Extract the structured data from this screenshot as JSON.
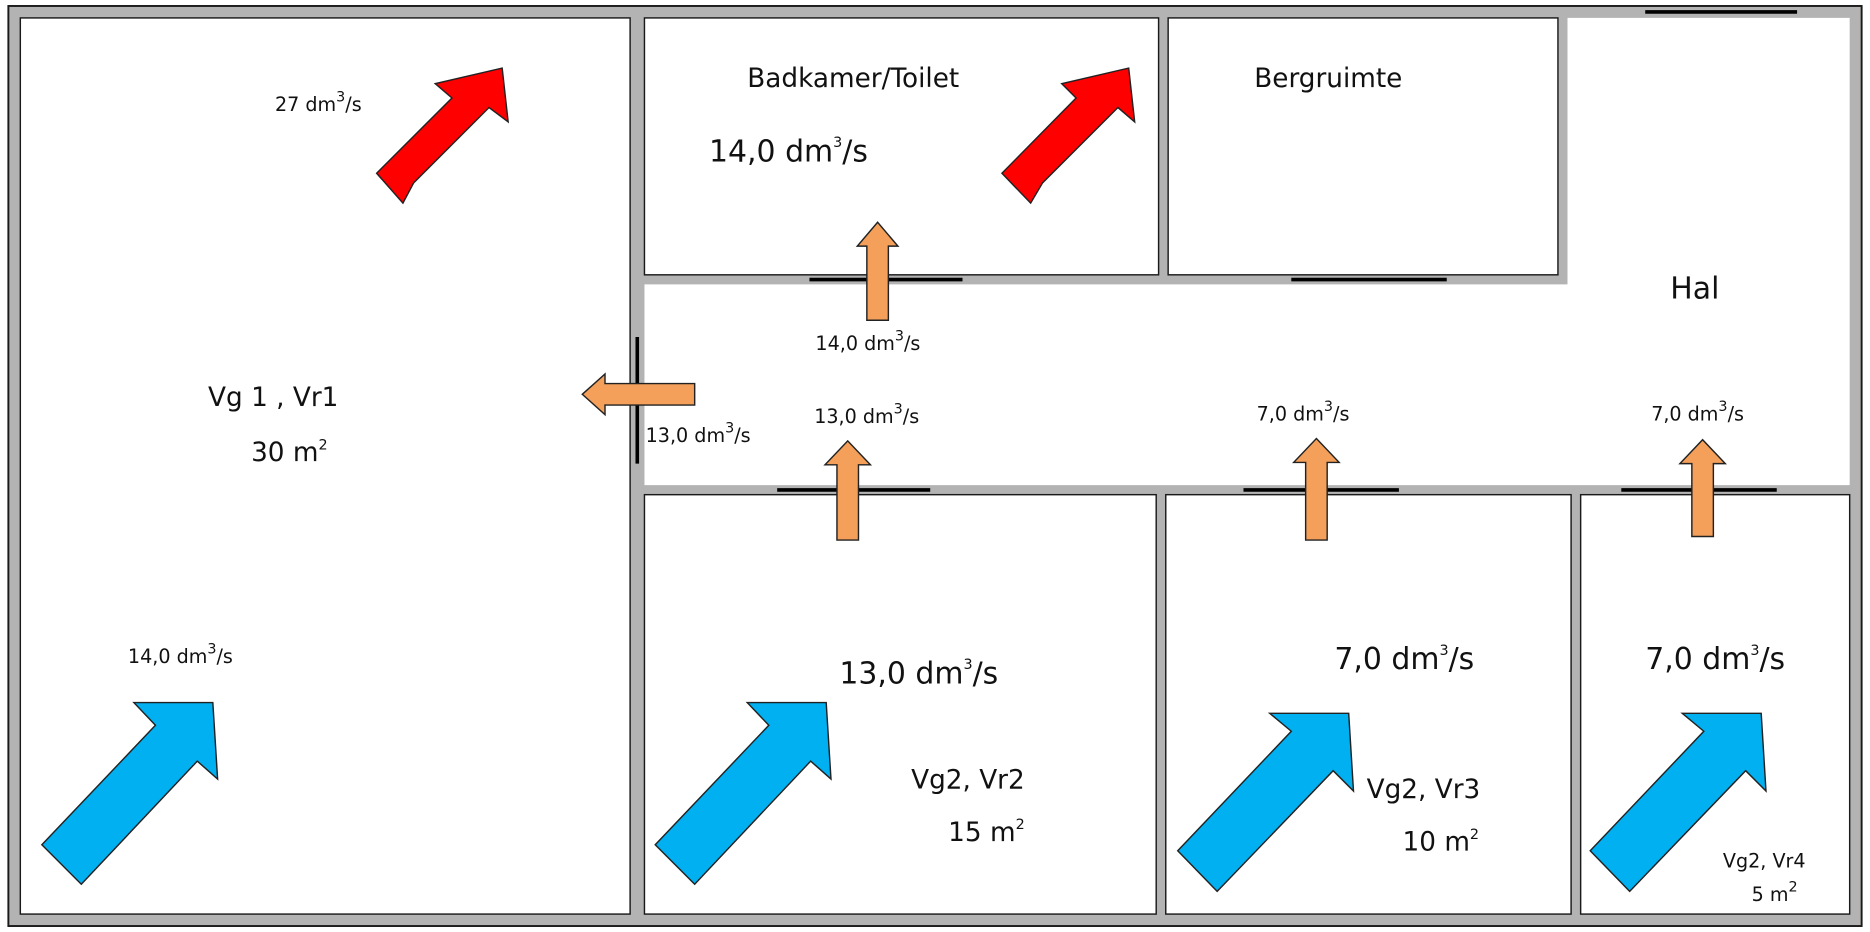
{
  "colors": {
    "exhaust": "#ff0000",
    "supply": "#00b0f0",
    "transfer": "#f4a05a",
    "wall": "#b3b3b3"
  },
  "units": {
    "flow": "dm",
    "flow_sup": "3",
    "flow_tail": "/s",
    "area": "m",
    "area_sup": "2"
  },
  "rooms": {
    "vr1": {
      "name": "Vg 1 , Vr1",
      "area": "30",
      "supply": "14,0",
      "exhaust": "27"
    },
    "bath": {
      "name": "Badkamer/Toilet",
      "exhaust": "14,0"
    },
    "storage": {
      "name": "Bergruimte"
    },
    "hall": {
      "name": "Hal"
    },
    "vr2": {
      "name": "Vg2, Vr2",
      "area": "15",
      "supply": "13,0"
    },
    "vr3": {
      "name": "Vg2, Vr3",
      "area": "10",
      "supply": "7,0"
    },
    "vr4": {
      "name": "Vg2, Vr4",
      "area": "5",
      "supply": "7,0"
    }
  },
  "transfers": {
    "hall_to_bath": "14,0",
    "hall_to_vr1": "13,0",
    "vr2_to_hall": "13,0",
    "vr3_to_hall": "7,0",
    "vr4_to_hall": "7,0"
  }
}
